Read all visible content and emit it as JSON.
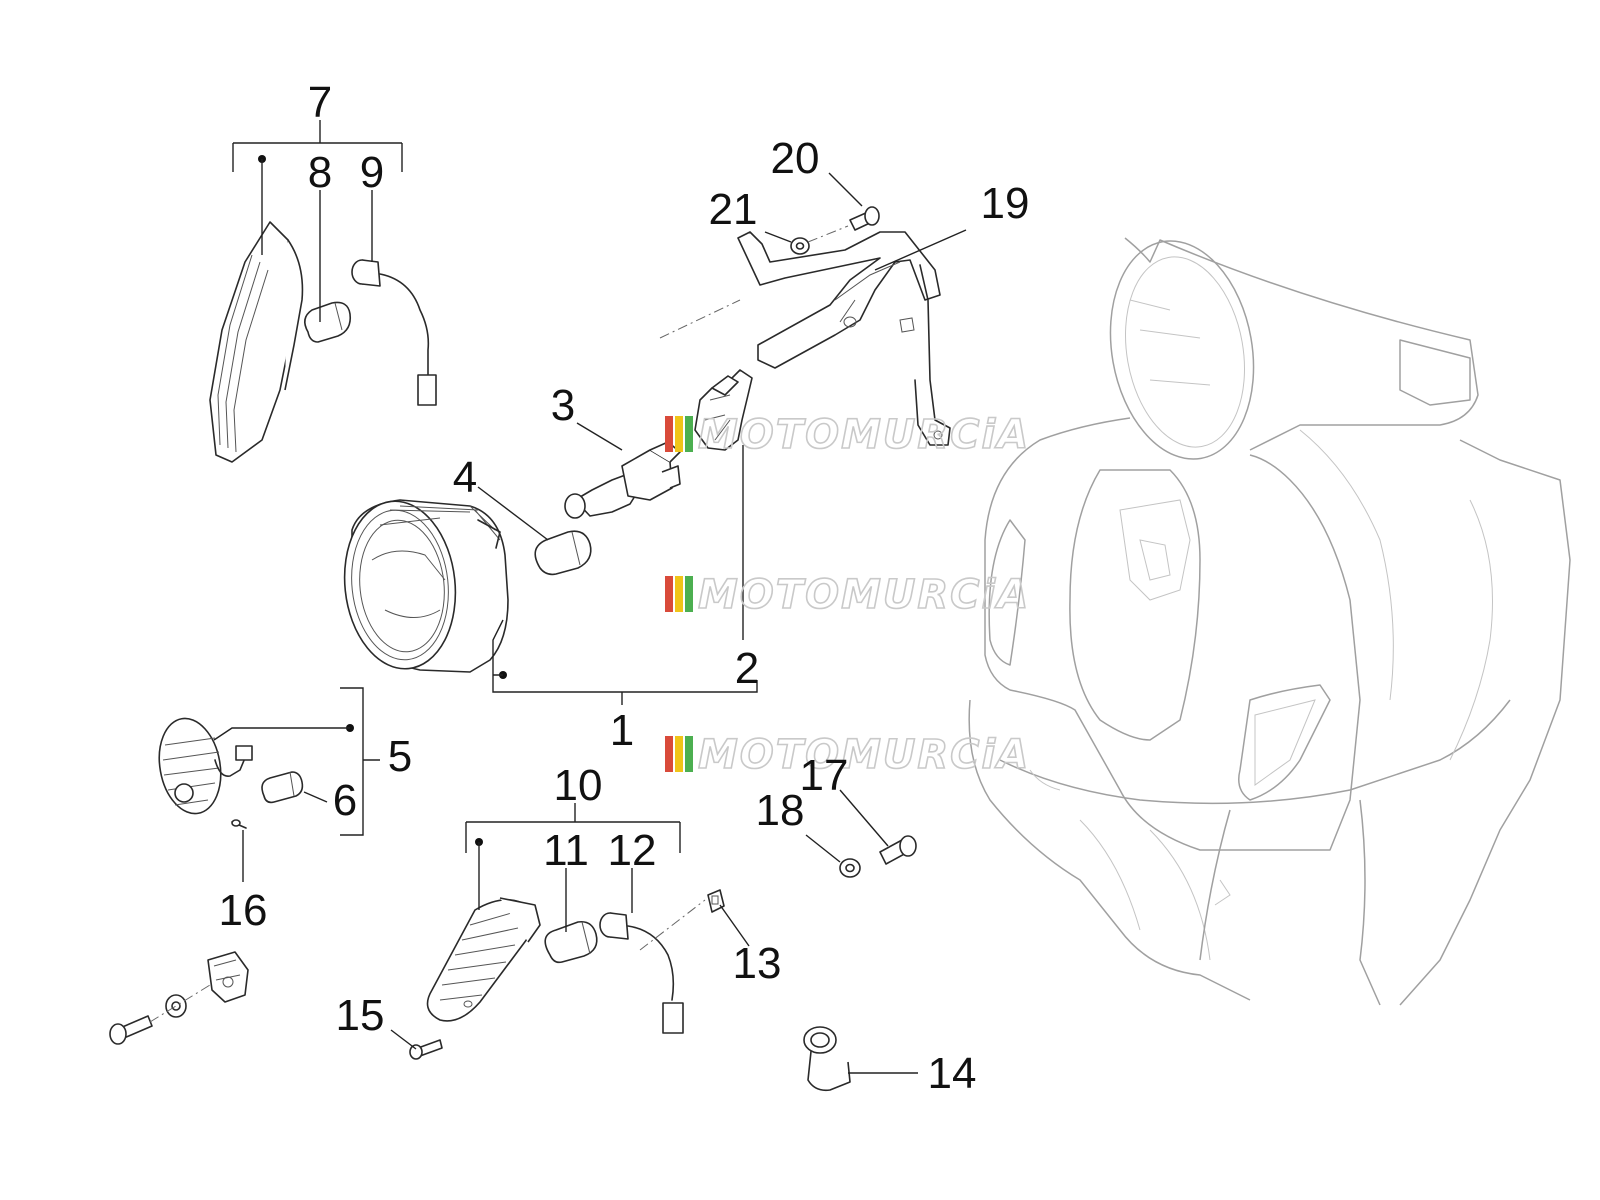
{
  "callouts": {
    "c1": "1",
    "c2": "2",
    "c3": "3",
    "c4": "4",
    "c5": "5",
    "c6": "6",
    "c7": "7",
    "c8": "8",
    "c9": "9",
    "c10": "10",
    "c11": "11",
    "c12": "12",
    "c13": "13",
    "c14": "14",
    "c15": "15",
    "c16": "16",
    "c17": "17",
    "c18": "18",
    "c19": "19",
    "c20": "20",
    "c21": "21"
  },
  "watermark": {
    "text": "MOTOMURCiA"
  },
  "colors": {
    "line": "#2a2a2a",
    "scooter": "#a0a0a0",
    "watermark_red": "#d94a3a",
    "watermark_yellow": "#f0c419",
    "watermark_green": "#4caf50"
  }
}
